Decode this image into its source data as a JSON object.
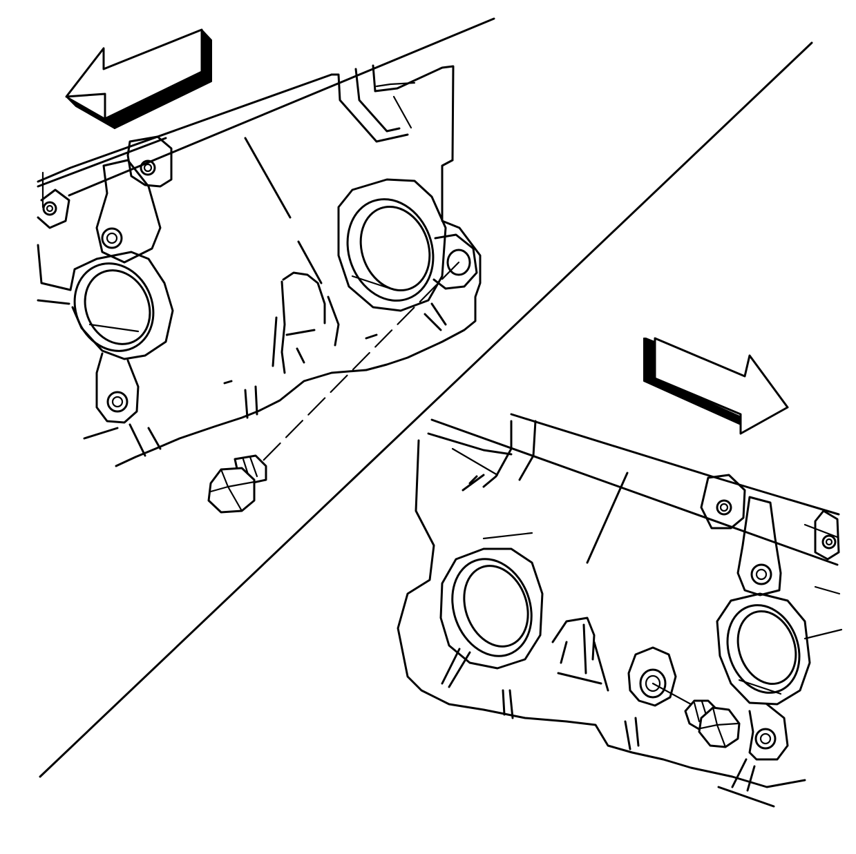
{
  "figure": {
    "panels": [
      "left-cylinder-head-plug-removed",
      "right-cylinder-head-plug-installed"
    ],
    "divider": "diagonal-line",
    "arrows": [
      {
        "panel": "left",
        "direction": "left",
        "meaning": "front-of-engine"
      },
      {
        "panel": "right",
        "direction": "right",
        "meaning": "front-of-engine"
      }
    ],
    "parts": [
      "cylinder-head",
      "coolant-drain-plug"
    ]
  }
}
